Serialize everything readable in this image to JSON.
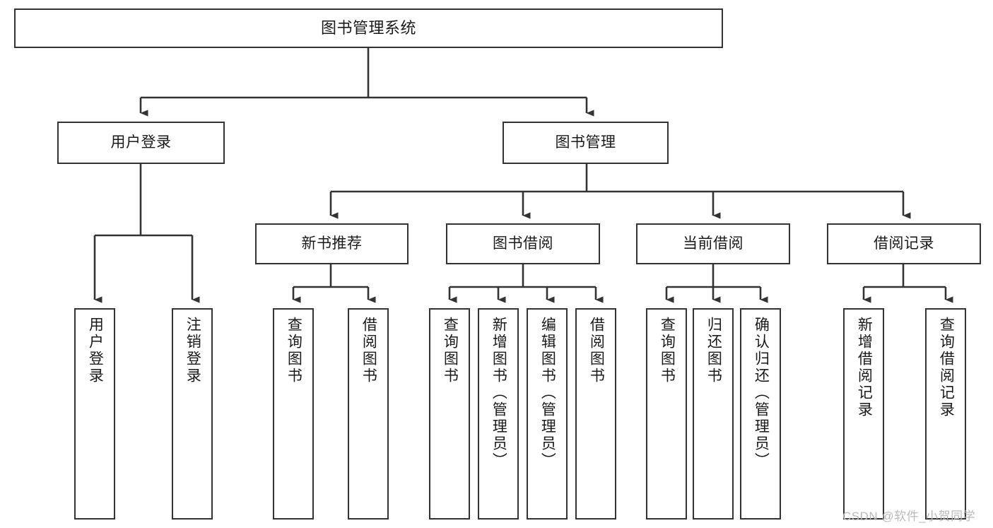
{
  "diagram": {
    "title": "图书管理系统",
    "type": "tree-hierarchy",
    "stroke_color": "#333333",
    "background_color": "#ffffff",
    "text_color": "#1a1a1a"
  },
  "root": {
    "label": "图书管理系统"
  },
  "level1": [
    {
      "label": "用户登录"
    },
    {
      "label": "图书管理"
    }
  ],
  "level2": [
    {
      "label": "新书推荐"
    },
    {
      "label": "图书借阅"
    },
    {
      "label": "当前借阅"
    },
    {
      "label": "借阅记录"
    }
  ],
  "leaves": {
    "user_login": [
      {
        "label": "用户登录"
      },
      {
        "label": "注销登录"
      }
    ],
    "new_book_recommend": [
      {
        "label": "查询图书"
      },
      {
        "label": "借阅图书"
      }
    ],
    "book_borrow": [
      {
        "label": "查询图书"
      },
      {
        "label": "新增图书（管理员）"
      },
      {
        "label": "编辑图书（管理员）"
      },
      {
        "label": "借阅图书"
      }
    ],
    "current_borrow": [
      {
        "label": "查询图书"
      },
      {
        "label": "归还图书"
      },
      {
        "label": "确认归还（管理员）"
      }
    ],
    "borrow_record": [
      {
        "label": "新增借阅记录"
      },
      {
        "label": "查询借阅记录"
      }
    ]
  },
  "watermark": {
    "text": "CSDN @软件_小贺同学",
    "color": "#b9b9b9"
  }
}
